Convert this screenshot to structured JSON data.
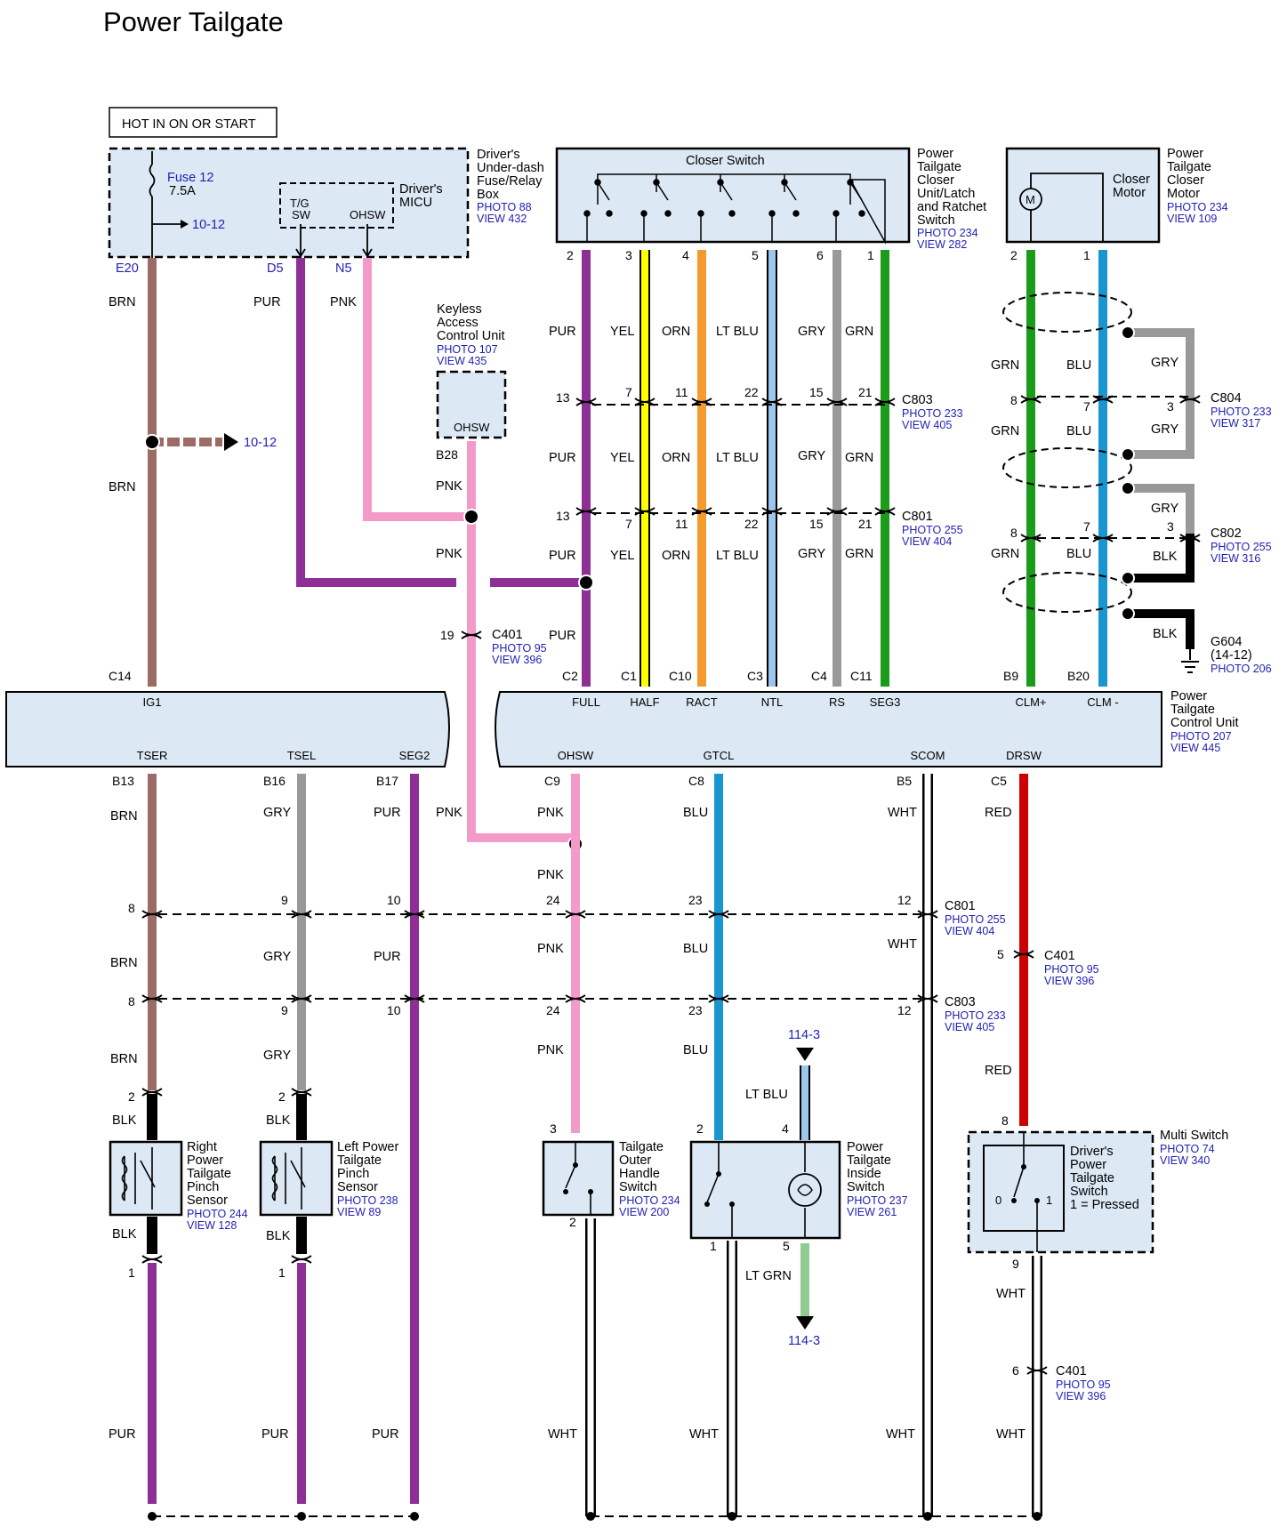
{
  "title": "Power Tailgate",
  "power_source": "HOT IN ON OR START",
  "fuse_box": {
    "name": [
      "Driver's",
      "Under-dash",
      "Fuse/Relay",
      "Box"
    ],
    "photo": "PHOTO 88",
    "view": "VIEW 432",
    "fuse": "Fuse 12",
    "rating": "7.5A",
    "xref": "10-12",
    "micu": [
      "Driver's",
      "MICU"
    ],
    "micu_tgsw": [
      "T/G",
      "SW"
    ],
    "micu_ohsw": "OHSW",
    "pins": {
      "e20": "E20",
      "d5": "D5",
      "n5": "N5"
    }
  },
  "closer_unit": {
    "name": [
      "Power",
      "Tailgate",
      "Closer",
      "Unit/Latch",
      "and Ratchet",
      "Switch"
    ],
    "photo": "PHOTO 234",
    "view": "VIEW 282",
    "switch": "Closer Switch",
    "pins": [
      "2",
      "3",
      "4",
      "5",
      "6",
      "1"
    ]
  },
  "closer_motor": {
    "name": [
      "Power",
      "Tailgate",
      "Closer",
      "Motor"
    ],
    "photo": "PHOTO 234",
    "view": "VIEW 109",
    "label": [
      "Closer",
      "Motor"
    ],
    "motor": "M",
    "pins": [
      "2",
      "1"
    ]
  },
  "keyless": {
    "name": [
      "Keyless",
      "Access",
      "Control Unit"
    ],
    "photo": "PHOTO 107",
    "view": "VIEW 435",
    "terminal": "OHSW",
    "pin": "B28"
  },
  "wires": {
    "brn": "BRN",
    "pur": "PUR",
    "pnk": "PNK",
    "yel": "YEL",
    "orn": "ORN",
    "ltblu": "LT BLU",
    "gry": "GRY",
    "grn": "GRN",
    "blu": "BLU",
    "blk": "BLK",
    "wht": "WHT",
    "red": "RED",
    "ltgrn": "LT GRN"
  },
  "fuse_xref": "10-12",
  "connectors": {
    "c803": {
      "name": "C803",
      "photo": "PHOTO 233",
      "view": "VIEW 405"
    },
    "c801": {
      "name": "C801",
      "photo": "PHOTO 255",
      "view": "VIEW 404"
    },
    "c804": {
      "name": "C804",
      "photo": "PHOTO 233",
      "view": "VIEW 317"
    },
    "c802": {
      "name": "C802",
      "photo": "PHOTO 255",
      "view": "VIEW 316"
    },
    "c401": {
      "name": "C401",
      "photo": "PHOTO 95",
      "view": "VIEW 396"
    },
    "g604": {
      "name": "G604",
      "xref": "(14-12)",
      "photo": "PHOTO 206"
    }
  },
  "pin_numbers": {
    "upper_c803": [
      "13",
      "7",
      "11",
      "22",
      "15",
      "21"
    ],
    "upper_c801": [
      "13",
      "7",
      "11",
      "22",
      "15",
      "21"
    ],
    "c804": [
      "8",
      "7",
      "3"
    ],
    "c802": [
      "8",
      "7",
      "3"
    ],
    "c401_upper": "19",
    "lower_c801": [
      "8",
      "9",
      "10",
      "24",
      "23",
      "12"
    ],
    "lower_c803": [
      "8",
      "9",
      "10",
      "24",
      "23",
      "12"
    ],
    "c401_red": "5",
    "c401_wht": "6"
  },
  "control_unit": {
    "name": [
      "Power",
      "Tailgate",
      "Control Unit"
    ],
    "photo": "PHOTO 207",
    "view": "VIEW 445",
    "top_pins": [
      "C14",
      "C2",
      "C1",
      "C10",
      "C3",
      "C4",
      "C11",
      "B9",
      "B20"
    ],
    "top_terms": [
      "IG1",
      "FULL",
      "HALF",
      "RACT",
      "NTL",
      "RS",
      "SEG3",
      "CLM+",
      "CLM -"
    ],
    "bottom_terms": [
      "TSER",
      "TSEL",
      "SEG2",
      "OHSW",
      "GTCL",
      "SCOM",
      "DRSW"
    ],
    "bottom_pins": [
      "B13",
      "B16",
      "B17",
      "C9",
      "C8",
      "B5",
      "C5"
    ]
  },
  "right_pinch": {
    "name": [
      "Right",
      "Power",
      "Tailgate",
      "Pinch",
      "Sensor"
    ],
    "photo": "PHOTO 244",
    "view": "VIEW 128",
    "pins": [
      "2",
      "1"
    ]
  },
  "left_pinch": {
    "name": [
      "Left Power",
      "Tailgate",
      "Pinch",
      "Sensor"
    ],
    "photo": "PHOTO 238",
    "view": "VIEW 89",
    "pins": [
      "2",
      "1"
    ]
  },
  "outer_handle": {
    "name": [
      "Tailgate",
      "Outer",
      "Handle",
      "Switch"
    ],
    "photo": "PHOTO 234",
    "view": "VIEW 200",
    "pins": [
      "3",
      "2"
    ]
  },
  "inside_switch": {
    "name": [
      "Power",
      "Tailgate",
      "Inside",
      "Switch"
    ],
    "photo": "PHOTO 237",
    "view": "VIEW 261",
    "pins": [
      "2",
      "4",
      "1",
      "5"
    ],
    "xref": "114-3"
  },
  "multi_switch": {
    "name": "Multi Switch",
    "photo": "PHOTO 74",
    "view": "VIEW 340",
    "inner": [
      "Driver's",
      "Power",
      "Tailgate",
      "Switch",
      "1 = Pressed"
    ],
    "pins": [
      "8",
      "9"
    ],
    "pos0": "0",
    "pos1": "1"
  },
  "colors": {
    "brn": "#9b6b66",
    "pur": "#8e2f96",
    "pnk": "#f49ac9",
    "yel": "#ffff00",
    "orn": "#f59a2f",
    "ltblu": "#9dc6ee",
    "gry": "#999999",
    "grn": "#1a9c1a",
    "blu": "#1995cf",
    "blk": "#000000",
    "red": "#cc0000",
    "ltgrn": "#90cc90",
    "panel": "#dce9f5",
    "ref": "#1f1fb4"
  }
}
